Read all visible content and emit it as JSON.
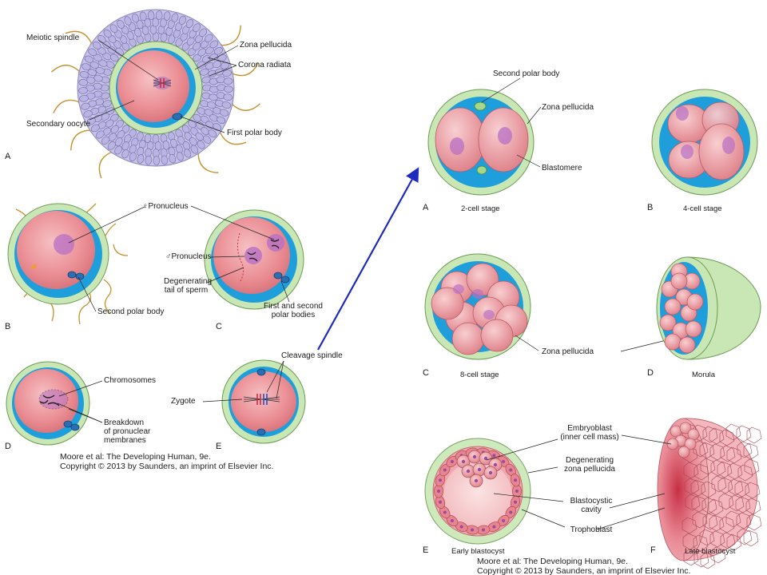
{
  "left_panel": {
    "A": {
      "letter": "A",
      "labels": {
        "meiotic_spindle": "Meiotic spindle",
        "secondary_oocyte": "Secondary oocyte",
        "zona_pellucida": "Zona pellucida",
        "corona_radiata": "Corona radiata",
        "first_polar_body": "First polar body"
      }
    },
    "B": {
      "letter": "B",
      "labels": {
        "second_polar_body": "Second polar body"
      }
    },
    "C": {
      "letter": "C",
      "labels": {
        "female_pronucleus": "♀Pronucleus",
        "male_pronucleus": "♂Pronucleus",
        "degenerating_tail": "Degenerating\ntail of sperm",
        "first_second_polar": "First and second\npolar bodies"
      }
    },
    "D": {
      "letter": "D",
      "labels": {
        "chromosomes": "Chromosomes",
        "breakdown": "Breakdown\nof pronuclear\nmembranes"
      }
    },
    "E": {
      "letter": "E",
      "labels": {
        "cleavage_spindle": "Cleavage spindle",
        "zygote": "Zygote"
      }
    },
    "credit": {
      "line1": "Moore et al: The Developing Human, 9e.",
      "line2": "Copyright © 2013 by Saunders, an imprint of Elsevier Inc."
    }
  },
  "right_panel": {
    "A": {
      "letter": "A",
      "caption": "2-cell stage",
      "labels": {
        "second_polar_body": "Second polar body",
        "zona_pellucida": "Zona pellucida",
        "blastomere": "Blastomere"
      }
    },
    "B": {
      "letter": "B",
      "caption": "4-cell stage"
    },
    "C": {
      "letter": "C",
      "caption": "8-cell stage",
      "labels": {
        "zona_pellucida": "Zona pellucida"
      }
    },
    "D": {
      "letter": "D",
      "caption": "Morula"
    },
    "E": {
      "letter": "E",
      "caption": "Early blastocyst",
      "labels": {
        "embryoblast": "Embryoblast\n(inner cell mass)",
        "degenerating_zona": "Degenerating\nzona pellucida",
        "blastocystic_cavity": "Blastocystic\ncavity",
        "trophoblast": "Trophoblast"
      }
    },
    "F": {
      "letter": "F",
      "caption": "Late blastocyst"
    },
    "credit": {
      "line1": "Moore et al: The Developing Human, 9e.",
      "line2": "Copyright © 2013 by Saunders, an imprint of Elsevier Inc."
    }
  },
  "colors": {
    "zona": "#c9e7b4",
    "perivitelline": "#1e9fdc",
    "cell": "#ec8f95",
    "nucleus": "#b86fc4",
    "arrow": "#1f2bbf"
  }
}
